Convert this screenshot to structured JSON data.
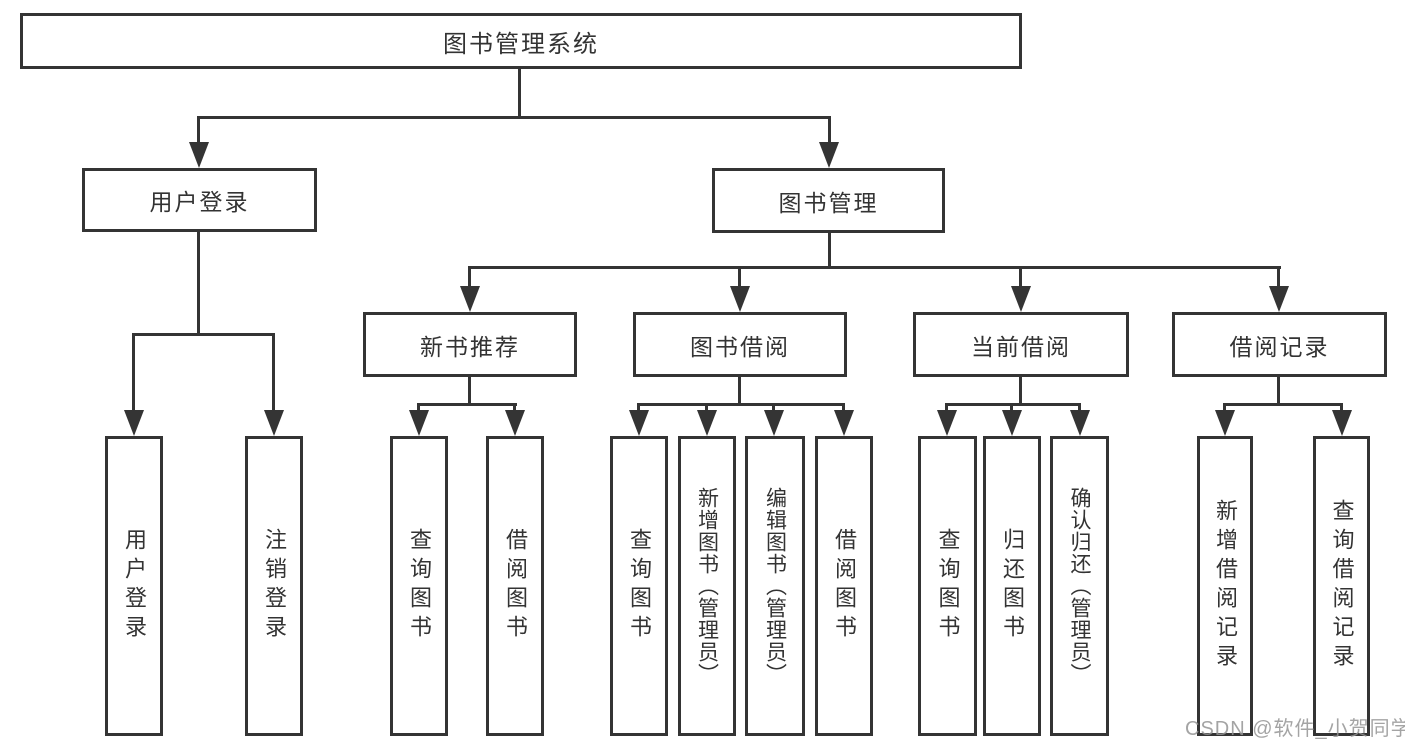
{
  "diagram_type": "hierarchy-tree",
  "colors": {
    "background": "#ffffff",
    "box_border": "#343434",
    "connector": "#343434",
    "text": "#333333",
    "watermark": "#949494"
  },
  "watermark": {
    "text": "CSDN @软件_小贺同学"
  },
  "tree": {
    "label": "图书管理系统",
    "children": [
      {
        "label": "用户登录",
        "children": [
          {
            "label": "用户登录"
          },
          {
            "label": "注销登录"
          }
        ]
      },
      {
        "label": "图书管理",
        "children": [
          {
            "label": "新书推荐",
            "children": [
              {
                "label": "查询图书"
              },
              {
                "label": "借阅图书"
              }
            ]
          },
          {
            "label": "图书借阅",
            "children": [
              {
                "label": "查询图书"
              },
              {
                "label": "新增图书（管理员）"
              },
              {
                "label": "编辑图书（管理员）"
              },
              {
                "label": "借阅图书"
              }
            ]
          },
          {
            "label": "当前借阅",
            "children": [
              {
                "label": "查询图书"
              },
              {
                "label": "归还图书"
              },
              {
                "label": "确认归还（管理员）"
              }
            ]
          },
          {
            "label": "借阅记录",
            "children": [
              {
                "label": "新增借阅记录"
              },
              {
                "label": "查询借阅记录"
              }
            ]
          }
        ]
      }
    ]
  }
}
